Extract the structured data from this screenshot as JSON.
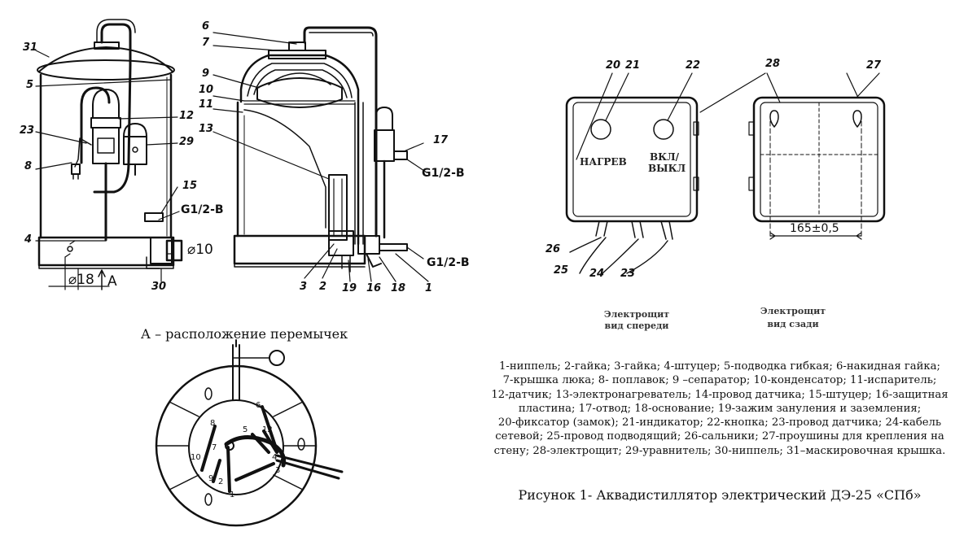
{
  "callouts_left": {
    "c31": "31",
    "c5": "5",
    "c23": "23",
    "c8": "8",
    "c4": "4",
    "c12": "12",
    "c29": "29",
    "c15": "15",
    "c30": "30",
    "g12b": "G1/2-B",
    "d10": "⌀10",
    "d18": "⌀18",
    "arrowA": "A"
  },
  "callouts_middle": {
    "c6": "6",
    "c7": "7",
    "c9": "9",
    "c10": "10",
    "c11": "11",
    "c13": "13",
    "c17": "17",
    "c3": "3",
    "c2": "2",
    "c19": "19",
    "c16": "16",
    "c18": "18",
    "c1": "1",
    "g12b_a": "G1/2-B",
    "g12b_b": "G1/2-B"
  },
  "callouts_panel": {
    "c20": "20",
    "c21": "21",
    "c22": "22",
    "c28": "28",
    "c27": "27",
    "c26": "26",
    "c25": "25",
    "c24": "24",
    "c23": "23",
    "heat_label": "НАГРЕВ",
    "onoff_line1": "ВКЛ/",
    "onoff_line2": "ВЫКЛ",
    "dimension": "165±0,5",
    "front_caption_1": "Электрощит",
    "front_caption_2": "вид спереди",
    "back_caption_1": "Электрощит",
    "back_caption_2": "вид сзади"
  },
  "jumpers": {
    "title": "А – расположение перемычек",
    "n1": "1",
    "n2": "2",
    "n3": "3",
    "n4": "4",
    "n5": "5",
    "n6": "6",
    "n7": "7",
    "n8": "8",
    "n9": "9",
    "n10": "10",
    "n12": "12"
  },
  "legend": {
    "line1": "1-ниппель; 2-гайка; 3-гайка; 4-штуцер; 5-подводка гибкая; 6-накидная гайка;",
    "line2": "7-крышка люка; 8- поплавок; 9 –сепаратор; 10-конденсатор; 11-испаритель;",
    "line3": "12-датчик; 13-электронагреватель; 14-провод датчика; 15-штуцер; 16-защитная",
    "line4": "пластина; 17-отвод; 18-основание; 19-зажим зануления и заземления;",
    "line5": "20-фиксатор (замок); 21-индикатор; 22-кнопка; 23-провод датчика; 24-кабель",
    "line6": "сетевой; 25-провод подводящий; 26-сальники; 27-проушины для крепления на",
    "line7": "стену; 28-электрощит; 29-уравнитель; 30-ниппель; 31–маскировочная крышка."
  },
  "figure_title": "Рисунок 1- Аквадистиллятор электрический ДЭ-25 «СПб»"
}
